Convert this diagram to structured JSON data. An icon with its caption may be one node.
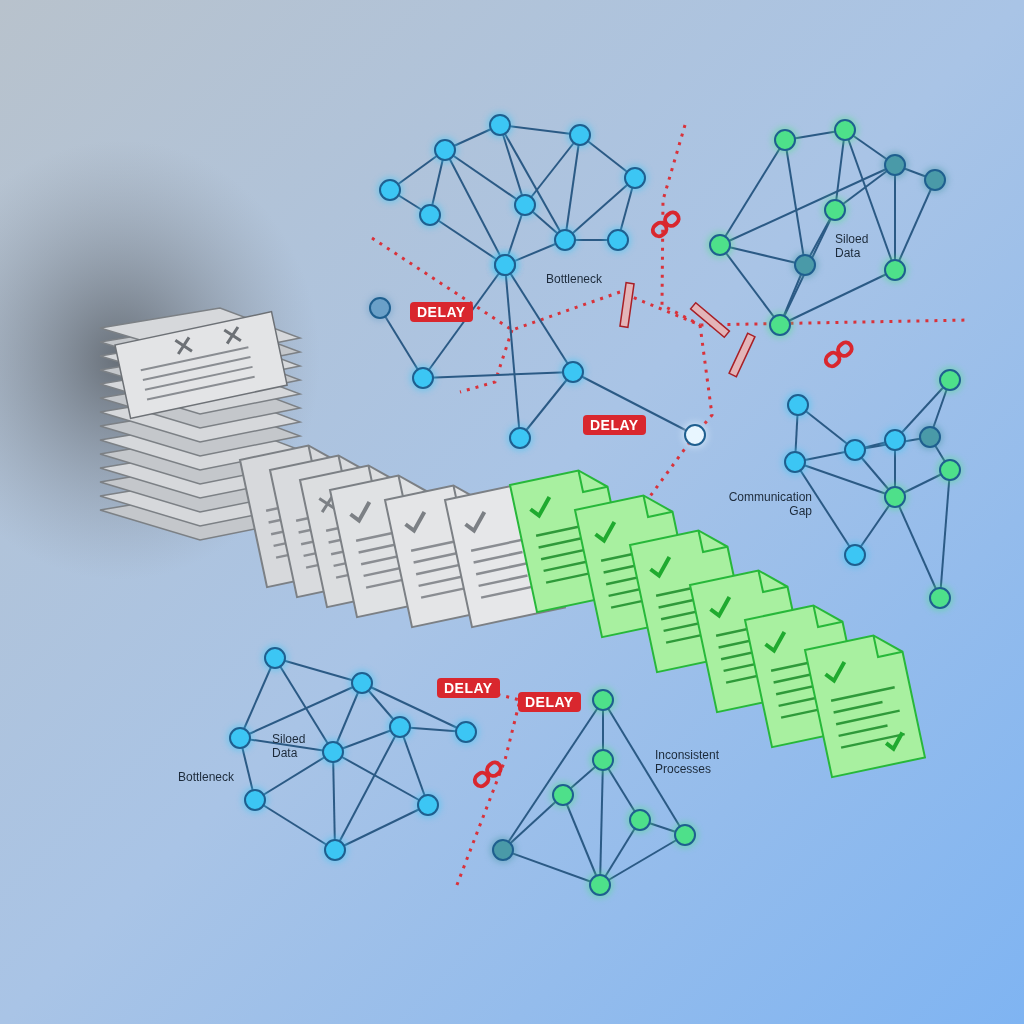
{
  "diagram": {
    "labels": [
      "Siloed Data",
      "Bottleneck",
      "DELAY",
      "DELAY",
      "Communication Gap",
      "DELAY",
      "DELAY",
      "Siloed Data",
      "Inconsistent Processes",
      "Bottleneck"
    ]
  }
}
